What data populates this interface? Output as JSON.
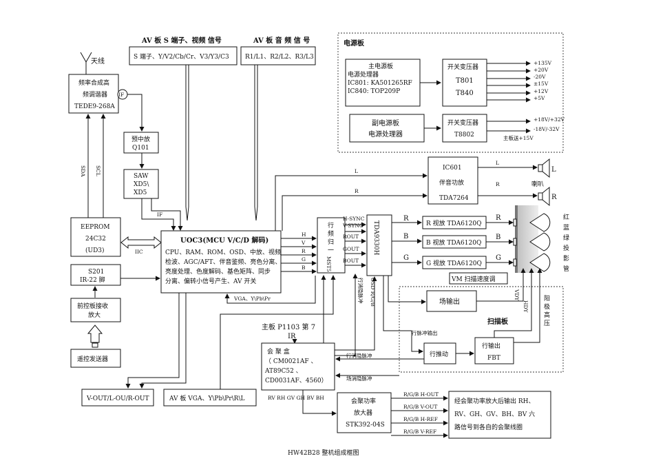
{
  "top": {
    "av_s_title": "AV 板 S 端子、视频 信号",
    "av_s_box": "S 端子、Y/V2/Cb/Cr、V3/Y3/C3",
    "av_audio_title": "AV 板 音 频 信 号",
    "av_audio_box": "R1/L1、R2/L2、R3/L3"
  },
  "antenna": "天线",
  "tuner": [
    "频率合成高",
    "频调谐器",
    "TEDE9-268A"
  ],
  "if": "IF",
  "preamp": [
    "预中放",
    "Q101"
  ],
  "saw": [
    "SAW",
    "XD5\\",
    "XD5"
  ],
  "eeprom": [
    "EEPROM",
    "24C32",
    "(UD3)"
  ],
  "bus": {
    "sda": "SDA",
    "scl": "SCL",
    "iic": "IIC"
  },
  "s201": [
    "S201",
    "IR-22 脚"
  ],
  "panel_rx": [
    "前控板接收",
    "放大"
  ],
  "remote": "遥控发送器",
  "uoc3": {
    "title": "UOC3(MCU   V/C/D   解码)",
    "lines": [
      "CPU、RAM、ROM、OSD、中放、视频",
      "检波、AGC/AFT、伴音鉴频、亮色分离、",
      "亮度处理、色度解码、基色矩阵、同步",
      "分离、偏转小信号产生、AV 开关"
    ],
    "pins": [
      "H",
      "V",
      "R",
      "G",
      "B"
    ],
    "vga_label": "VGA、Y\\Pb\\Pr",
    "if_label": "IF"
  },
  "mst5": [
    "行",
    "频",
    "归",
    "一",
    "MST5"
  ],
  "tda9330": "TDA9330H",
  "sync_labels": [
    "H-SYNC",
    "V-SYNC",
    "ROUT",
    "GOUT",
    "BOUT"
  ],
  "audio_lines": {
    "l": "L",
    "r": "R"
  },
  "power": {
    "title": "电源板",
    "main_box": [
      "主电源板",
      "电源处理器",
      "IC801: KA501265RF",
      "IC840: TOP209P"
    ],
    "main_sw": [
      "开关变压器",
      "T801",
      "T840"
    ],
    "main_outputs": [
      "+135V",
      "+20V",
      "-20V",
      "±15V",
      "+12V",
      "+5V"
    ],
    "sub_box": [
      "副电源板",
      "电源处理器"
    ],
    "sub_sw": [
      "开关变压器",
      "T8802"
    ],
    "sub_outputs": [
      "+18V/+32V",
      "-18V/-32V"
    ],
    "sub_note": "主板送+15V"
  },
  "amp": [
    "IC601",
    "伴音功放",
    "TDA7264"
  ],
  "speaker": {
    "l": "L",
    "r": "R",
    "label": "喇叭",
    "in_l": "L",
    "in_r": "R"
  },
  "video_amps": [
    "R 视放 TDA6120Q",
    "B 视放 TDA6120Q",
    "G 视放 TDA6120Q"
  ],
  "video_in": [
    "R",
    "B",
    "G"
  ],
  "video_out": [
    "R",
    "B",
    "G"
  ],
  "crt_labels": [
    "红",
    "蓝",
    "绿",
    "投",
    "影",
    "管"
  ],
  "vm": "VM 扫描速度调",
  "scan": {
    "title": "扫描板",
    "field_out": "场输出",
    "h_drive": "行推动",
    "h_out": [
      "行输出",
      "FBT"
    ],
    "vdy": "VDY",
    "hdy": "HDY",
    "anode": [
      "阳",
      "极",
      "高",
      "压"
    ],
    "h_pulse_out": "行脉冲输出"
  },
  "osd_label": "OSD R/G/B",
  "line_blank_label": "行消隐脉冲",
  "main_p1103": "主板 P1103 第 7",
  "main_ir": "IR",
  "conv_box": [
    "会      聚      盒",
    "（  CM0021AF  、",
    "AT89C52      、",
    "CD0031AF、4560）"
  ],
  "h_blank": "行消隐脉冲",
  "f_blank": "场消隐脉冲",
  "conv_amp": [
    "会聚功率",
    "放大器",
    "STK392-04S"
  ],
  "rgb_bus": "RV RH GV GH BV BH",
  "conv_signals": [
    "R/G/B H-OUT",
    "R/G/B V-OUT",
    "R/G/B H-REF",
    "R/G/B V-REF"
  ],
  "conv_text": [
    "经会聚功率放大后输出 RH、",
    "RV、GH、GV、BH、BV 六",
    "路信号到各自的会聚线圈"
  ],
  "vout_box": "V-OUT/L-OU/R-OUT",
  "av_vga_box": "AV 板 VGA、Y\\Pb\\Pr\\R\\L",
  "caption": "HW42B28 整机组成框图"
}
